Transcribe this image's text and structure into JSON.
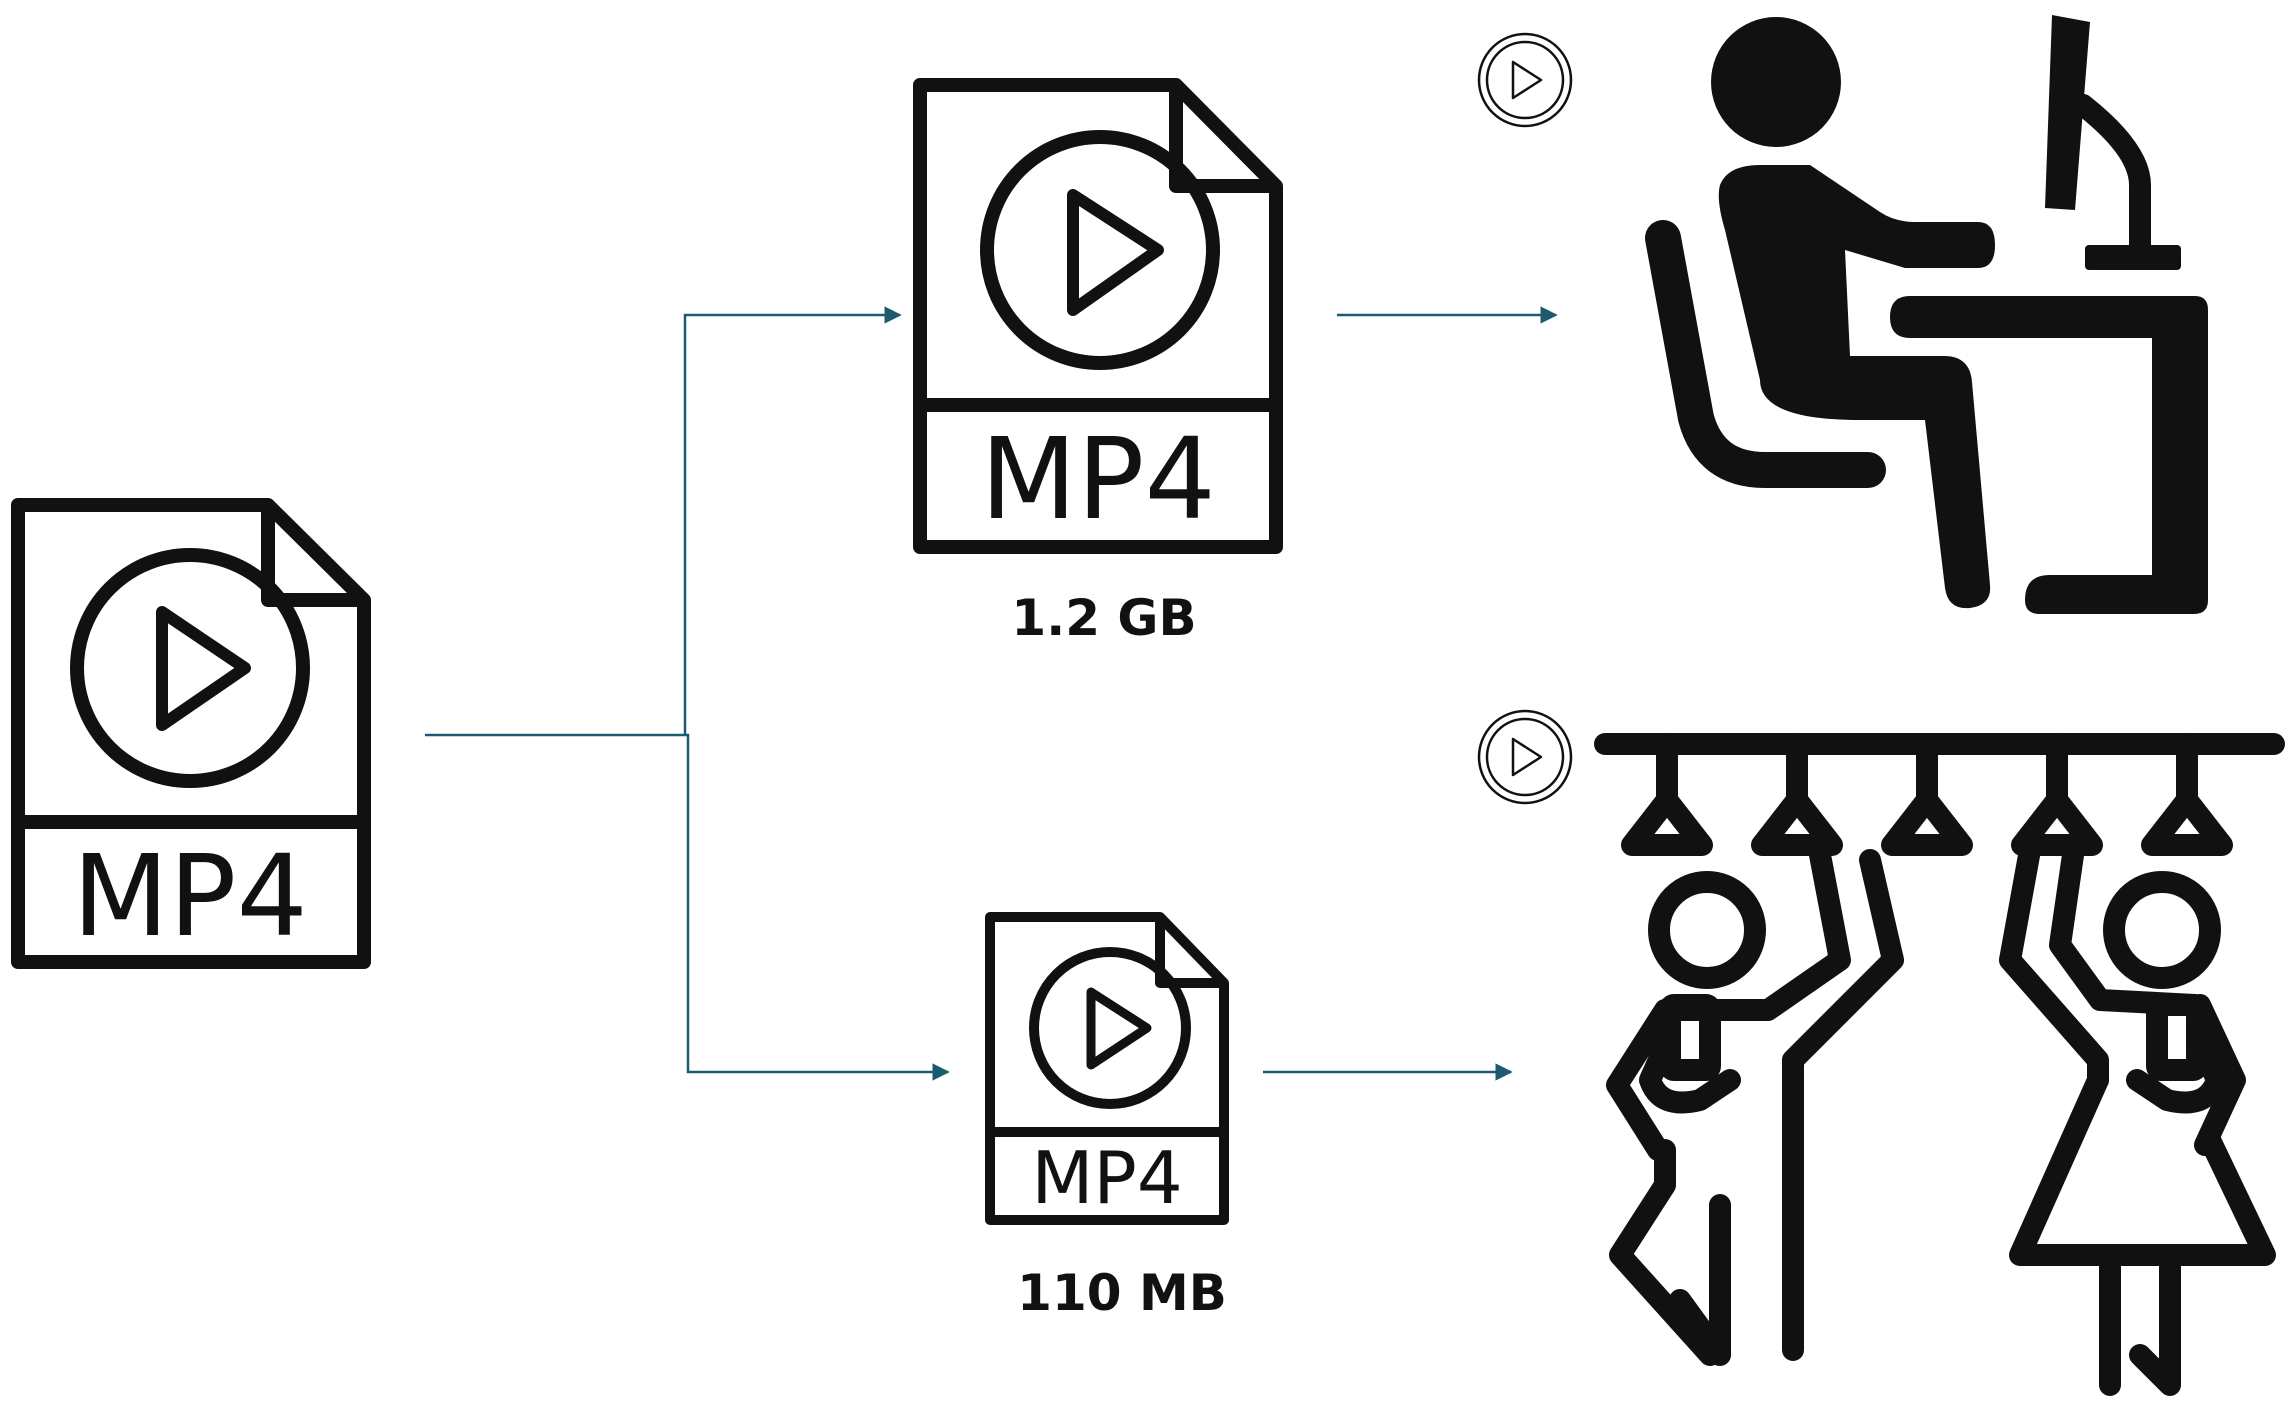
{
  "files": {
    "source": {
      "label": "MP4"
    },
    "high_quality": {
      "label": "MP4",
      "size": "1.2 GB"
    },
    "low_quality": {
      "label": "MP4",
      "size": "110 MB"
    }
  },
  "icons": {
    "source_file": "mp4-file-icon",
    "high_file": "mp4-file-icon",
    "low_file": "mp4-file-icon",
    "desk": "person-at-desk-icon",
    "commuters": "commuters-on-train-icon",
    "play_badge": "play-circle-icon"
  },
  "colors": {
    "connector": "#1c5a6e",
    "icon": "#111111"
  }
}
